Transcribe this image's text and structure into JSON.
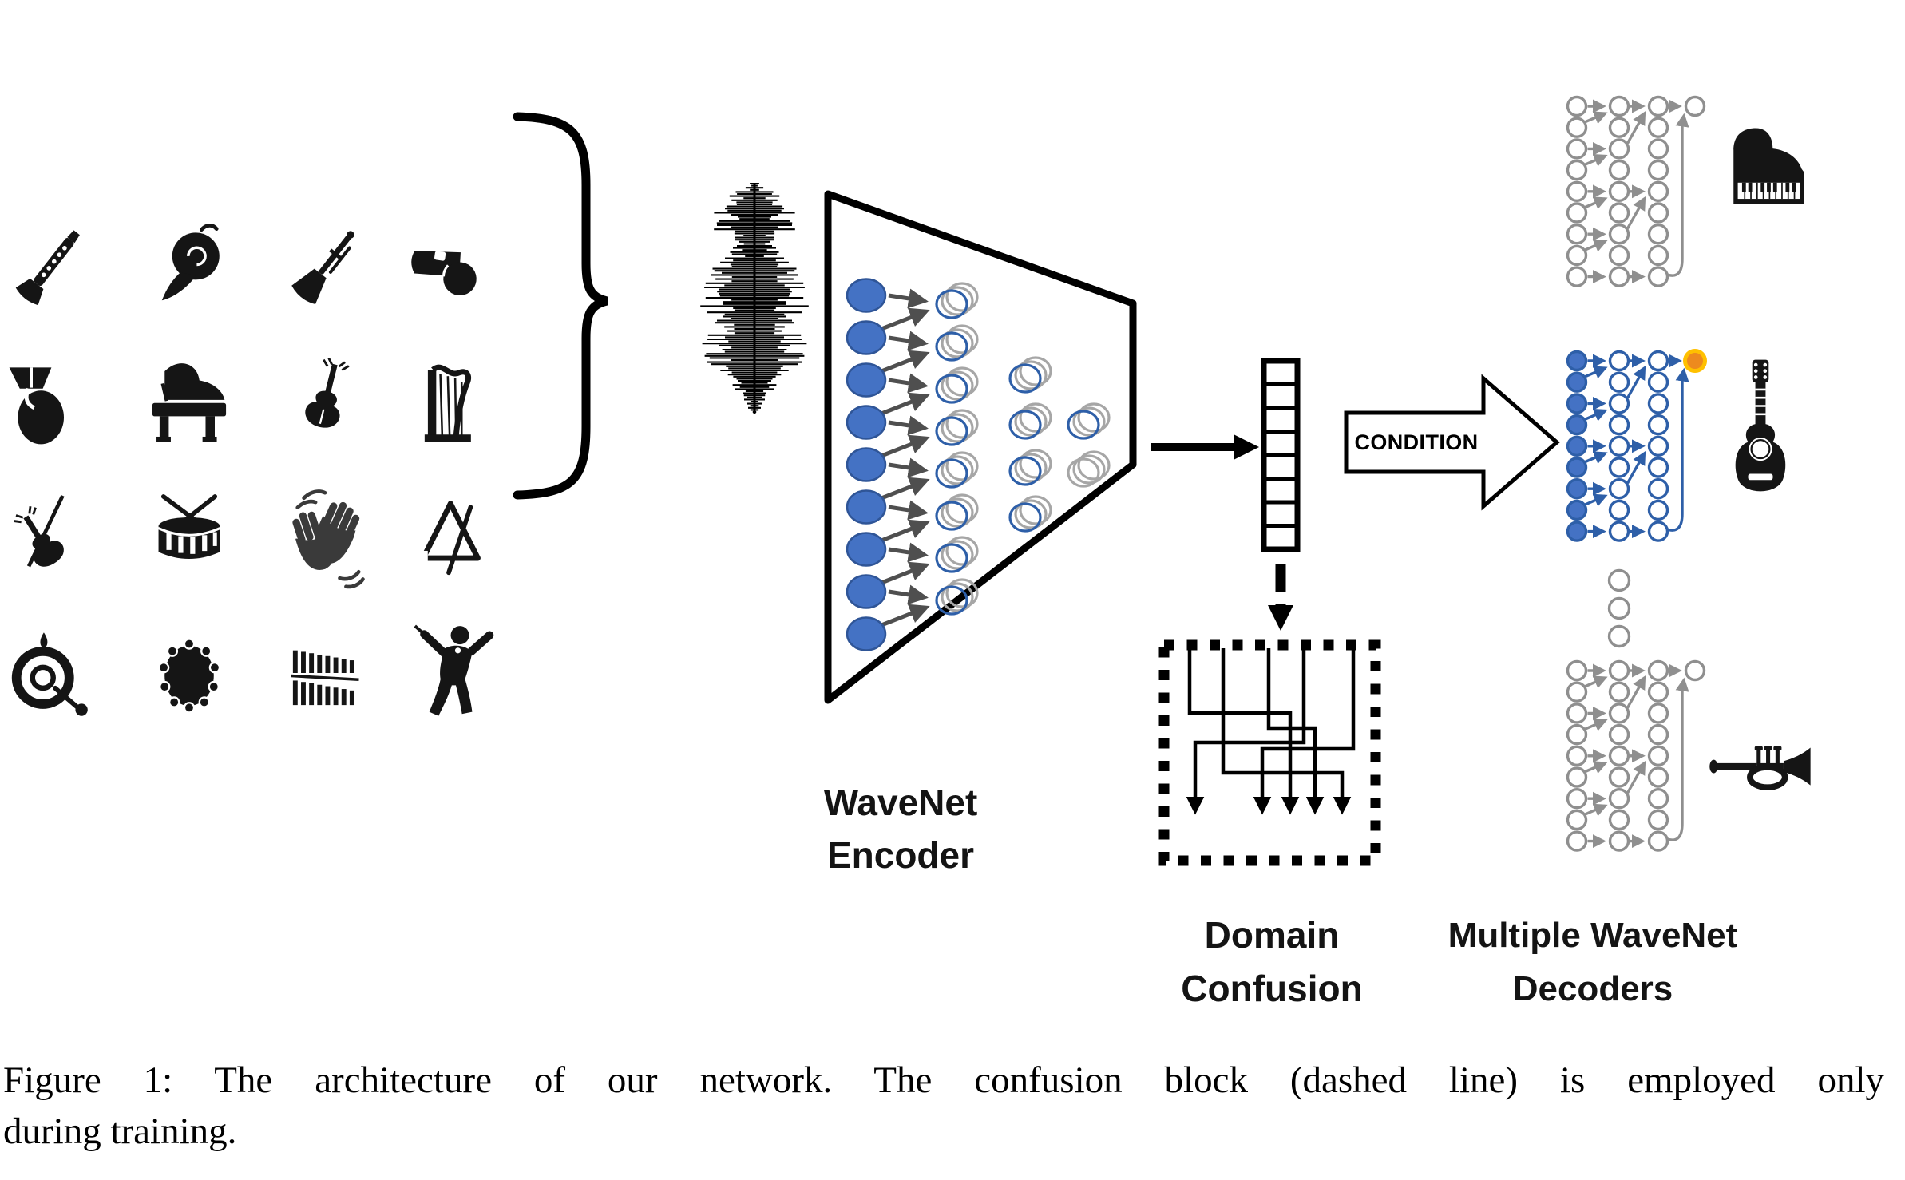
{
  "caption": {
    "line1": "Figure 1: The architecture of our network. The confusion block (dashed line) is employed only",
    "line2": "during training."
  },
  "labels": {
    "encoder_line1": "WaveNet",
    "encoder_line2": "Encoder",
    "confusion_line1": "Domain",
    "confusion_line2": "Confusion",
    "decoders_line1": "Multiple WaveNet",
    "decoders_line2": "Decoders",
    "condition": "CONDITION"
  },
  "instrument_grid": {
    "rows": [
      [
        "clarinet",
        "french-horn",
        "trumpet",
        "whistle"
      ],
      [
        "tuba",
        "grand-piano",
        "violin",
        "harp"
      ],
      [
        "fiddle",
        "snare-drum",
        "clapping-hands",
        "triangle"
      ],
      [
        "gong",
        "tambourine",
        "xylophone",
        "conductor"
      ]
    ]
  },
  "waveform": {
    "icon": "audio-waveform-icon"
  },
  "encoder_network": {
    "input_nodes": 9,
    "layer_nodes": [
      8,
      4,
      2
    ]
  },
  "latent_vector": {
    "cells": 8
  },
  "condition_arrow": {
    "label": "CONDITION"
  },
  "domain_confusion": {
    "input_lines": 5,
    "output_arrows": 5
  },
  "decoders": [
    {
      "id": "decoder-1",
      "instrument": "piano",
      "color": "gray"
    },
    {
      "id": "decoder-2",
      "instrument": "guitar",
      "color": "blue",
      "output_dot_color": "orange"
    },
    {
      "id": "decoder-3",
      "instrument": "trumpet",
      "color": "gray"
    }
  ],
  "ellipsis_dots": 3,
  "colors": {
    "node_blue": "#4472C4",
    "node_blue_stroke": "#2F5597",
    "ring_blue": "#2E5FA8",
    "ring_gray": "#A6A6A6",
    "decoder_gray": "#8F8F8F",
    "arrow_dark": "#4F4F4F",
    "orange": "#ED8A1E",
    "orange_ring": "#FFC000",
    "ink": "#151515"
  }
}
